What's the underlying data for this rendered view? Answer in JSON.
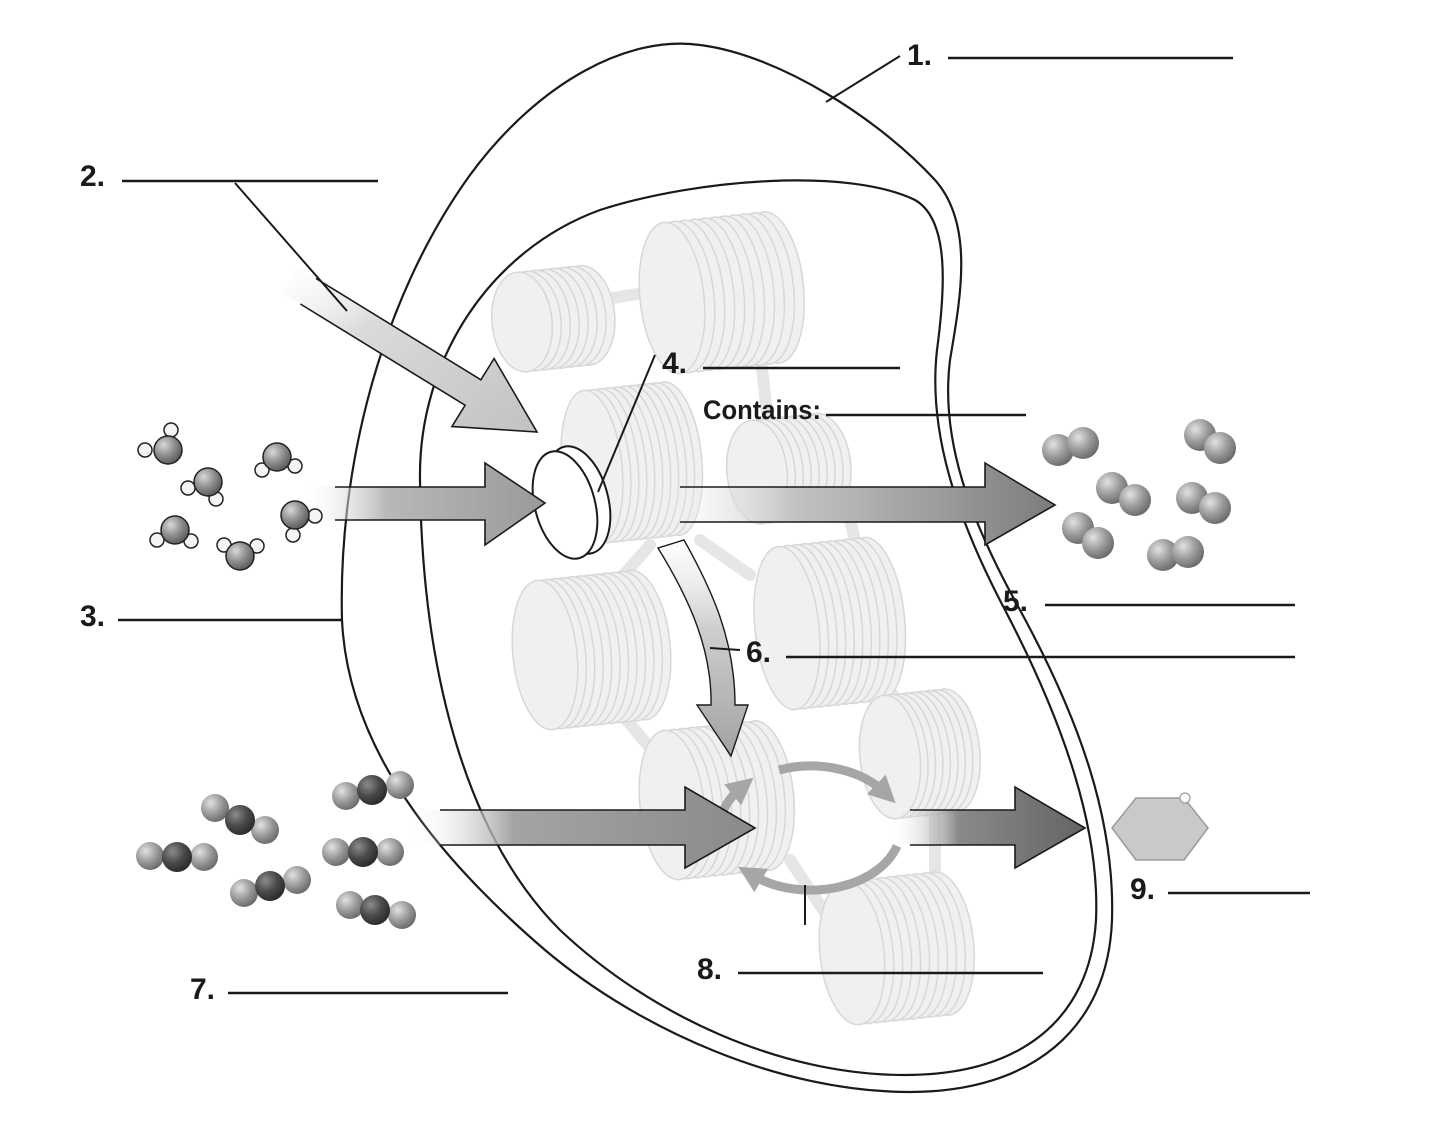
{
  "labels": {
    "l1": "1.",
    "l2": "2.",
    "l3": "3.",
    "l4": "4.",
    "contains": "Contains:",
    "l5": "5.",
    "l6": "6.",
    "l7": "7.",
    "l8": "8.",
    "l9": "9."
  },
  "colors": {
    "ink": "#1a1a1a",
    "granum": "#efefef",
    "arrow_dark": "#6a6a6a",
    "cycle": "#a6a6a6"
  }
}
